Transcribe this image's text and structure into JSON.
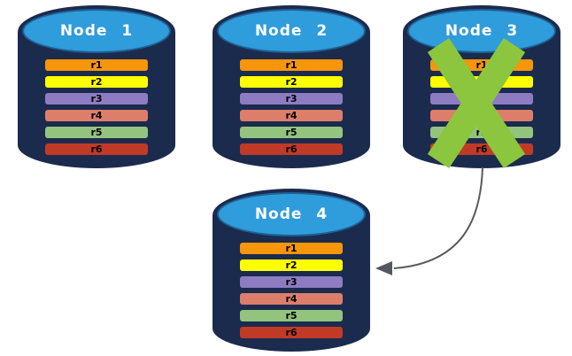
{
  "nodes": [
    {
      "label": "Node 1",
      "failed": false
    },
    {
      "label": "Node 2",
      "failed": false
    },
    {
      "label": "Node 3",
      "failed": true
    },
    {
      "label": "Node 4",
      "failed": false
    }
  ],
  "rows": [
    {
      "label": "r1",
      "color": "#f7950b"
    },
    {
      "label": "r2",
      "color": "#ffff00"
    },
    {
      "label": "r3",
      "color": "#8e7cc3"
    },
    {
      "label": "r4",
      "color": "#dd7e6b"
    },
    {
      "label": "r5",
      "color": "#93c47d"
    },
    {
      "label": "r6",
      "color": "#c13a26"
    }
  ],
  "colors": {
    "cylinder_body": "#1b2b4e",
    "cylinder_top": "#2f9cdb",
    "cross": "#8cc63e",
    "arrow": "#595959",
    "arrowhead": "#53575e"
  }
}
